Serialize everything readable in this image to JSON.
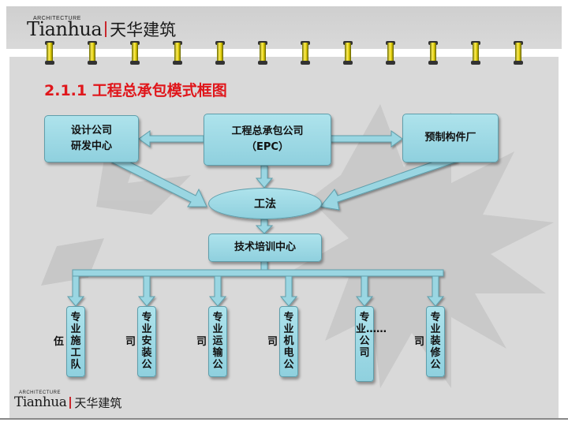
{
  "brand": {
    "architecture_text": "ARCHITECTURE",
    "latin_name": "Tianhua",
    "chinese_name": "天华建筑"
  },
  "slide": {
    "title": "2.1.1 工程总承包模式框图"
  },
  "diagram": {
    "design_center": {
      "line1": "设计公司",
      "line2": "研发中心"
    },
    "epc": {
      "line1": "工程总承包公司",
      "line2": "（EPC）"
    },
    "prefab": {
      "label": "预制构件厂"
    },
    "method": {
      "label": "工法"
    },
    "training": {
      "label": "技术培训中心"
    },
    "specialists": [
      {
        "label": "专业施工队",
        "side": "伍"
      },
      {
        "label": "专业安装公",
        "side": "司"
      },
      {
        "label": "专业运输公",
        "side": "司"
      },
      {
        "label": "专业机电公",
        "side": "司"
      },
      {
        "label": "专业……公司",
        "side": ""
      },
      {
        "label": "专业装修公",
        "side": "司"
      }
    ]
  },
  "colors": {
    "title": "#e0161b",
    "box_fill": "#9ad6e2",
    "arrow_fill": "#9ad6e2",
    "ring": "#e8d400",
    "panel": "#d9d9d9"
  }
}
